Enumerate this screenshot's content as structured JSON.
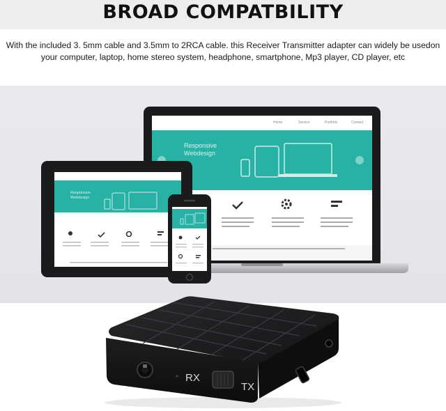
{
  "heading": {
    "title": "BROAD COMPATBILITY",
    "description_line1": "With the included 3. 5mm cable and 3.5mm to 2RCA cable. this Receiver Transmitter adapter can widely be usedon",
    "description_line2": "your computer, laptop, home stereo system, headphone, smartphone, Mp3 player, CD player, etc"
  },
  "laptop_screen": {
    "nav": [
      "Home",
      "Service",
      "Portfolio",
      "Contact"
    ],
    "hero_line1": "Responsive",
    "hero_line2": "Webdesign"
  },
  "tablet_screen": {
    "hero_line1": "Responsive",
    "hero_line2": "Webdesign"
  },
  "device": {
    "rx_label": "RX",
    "tx_label": "TX"
  },
  "colors": {
    "accent": "#28b2a6",
    "background_band": "#e7e8ec",
    "device_body": "#1c1c1e"
  }
}
